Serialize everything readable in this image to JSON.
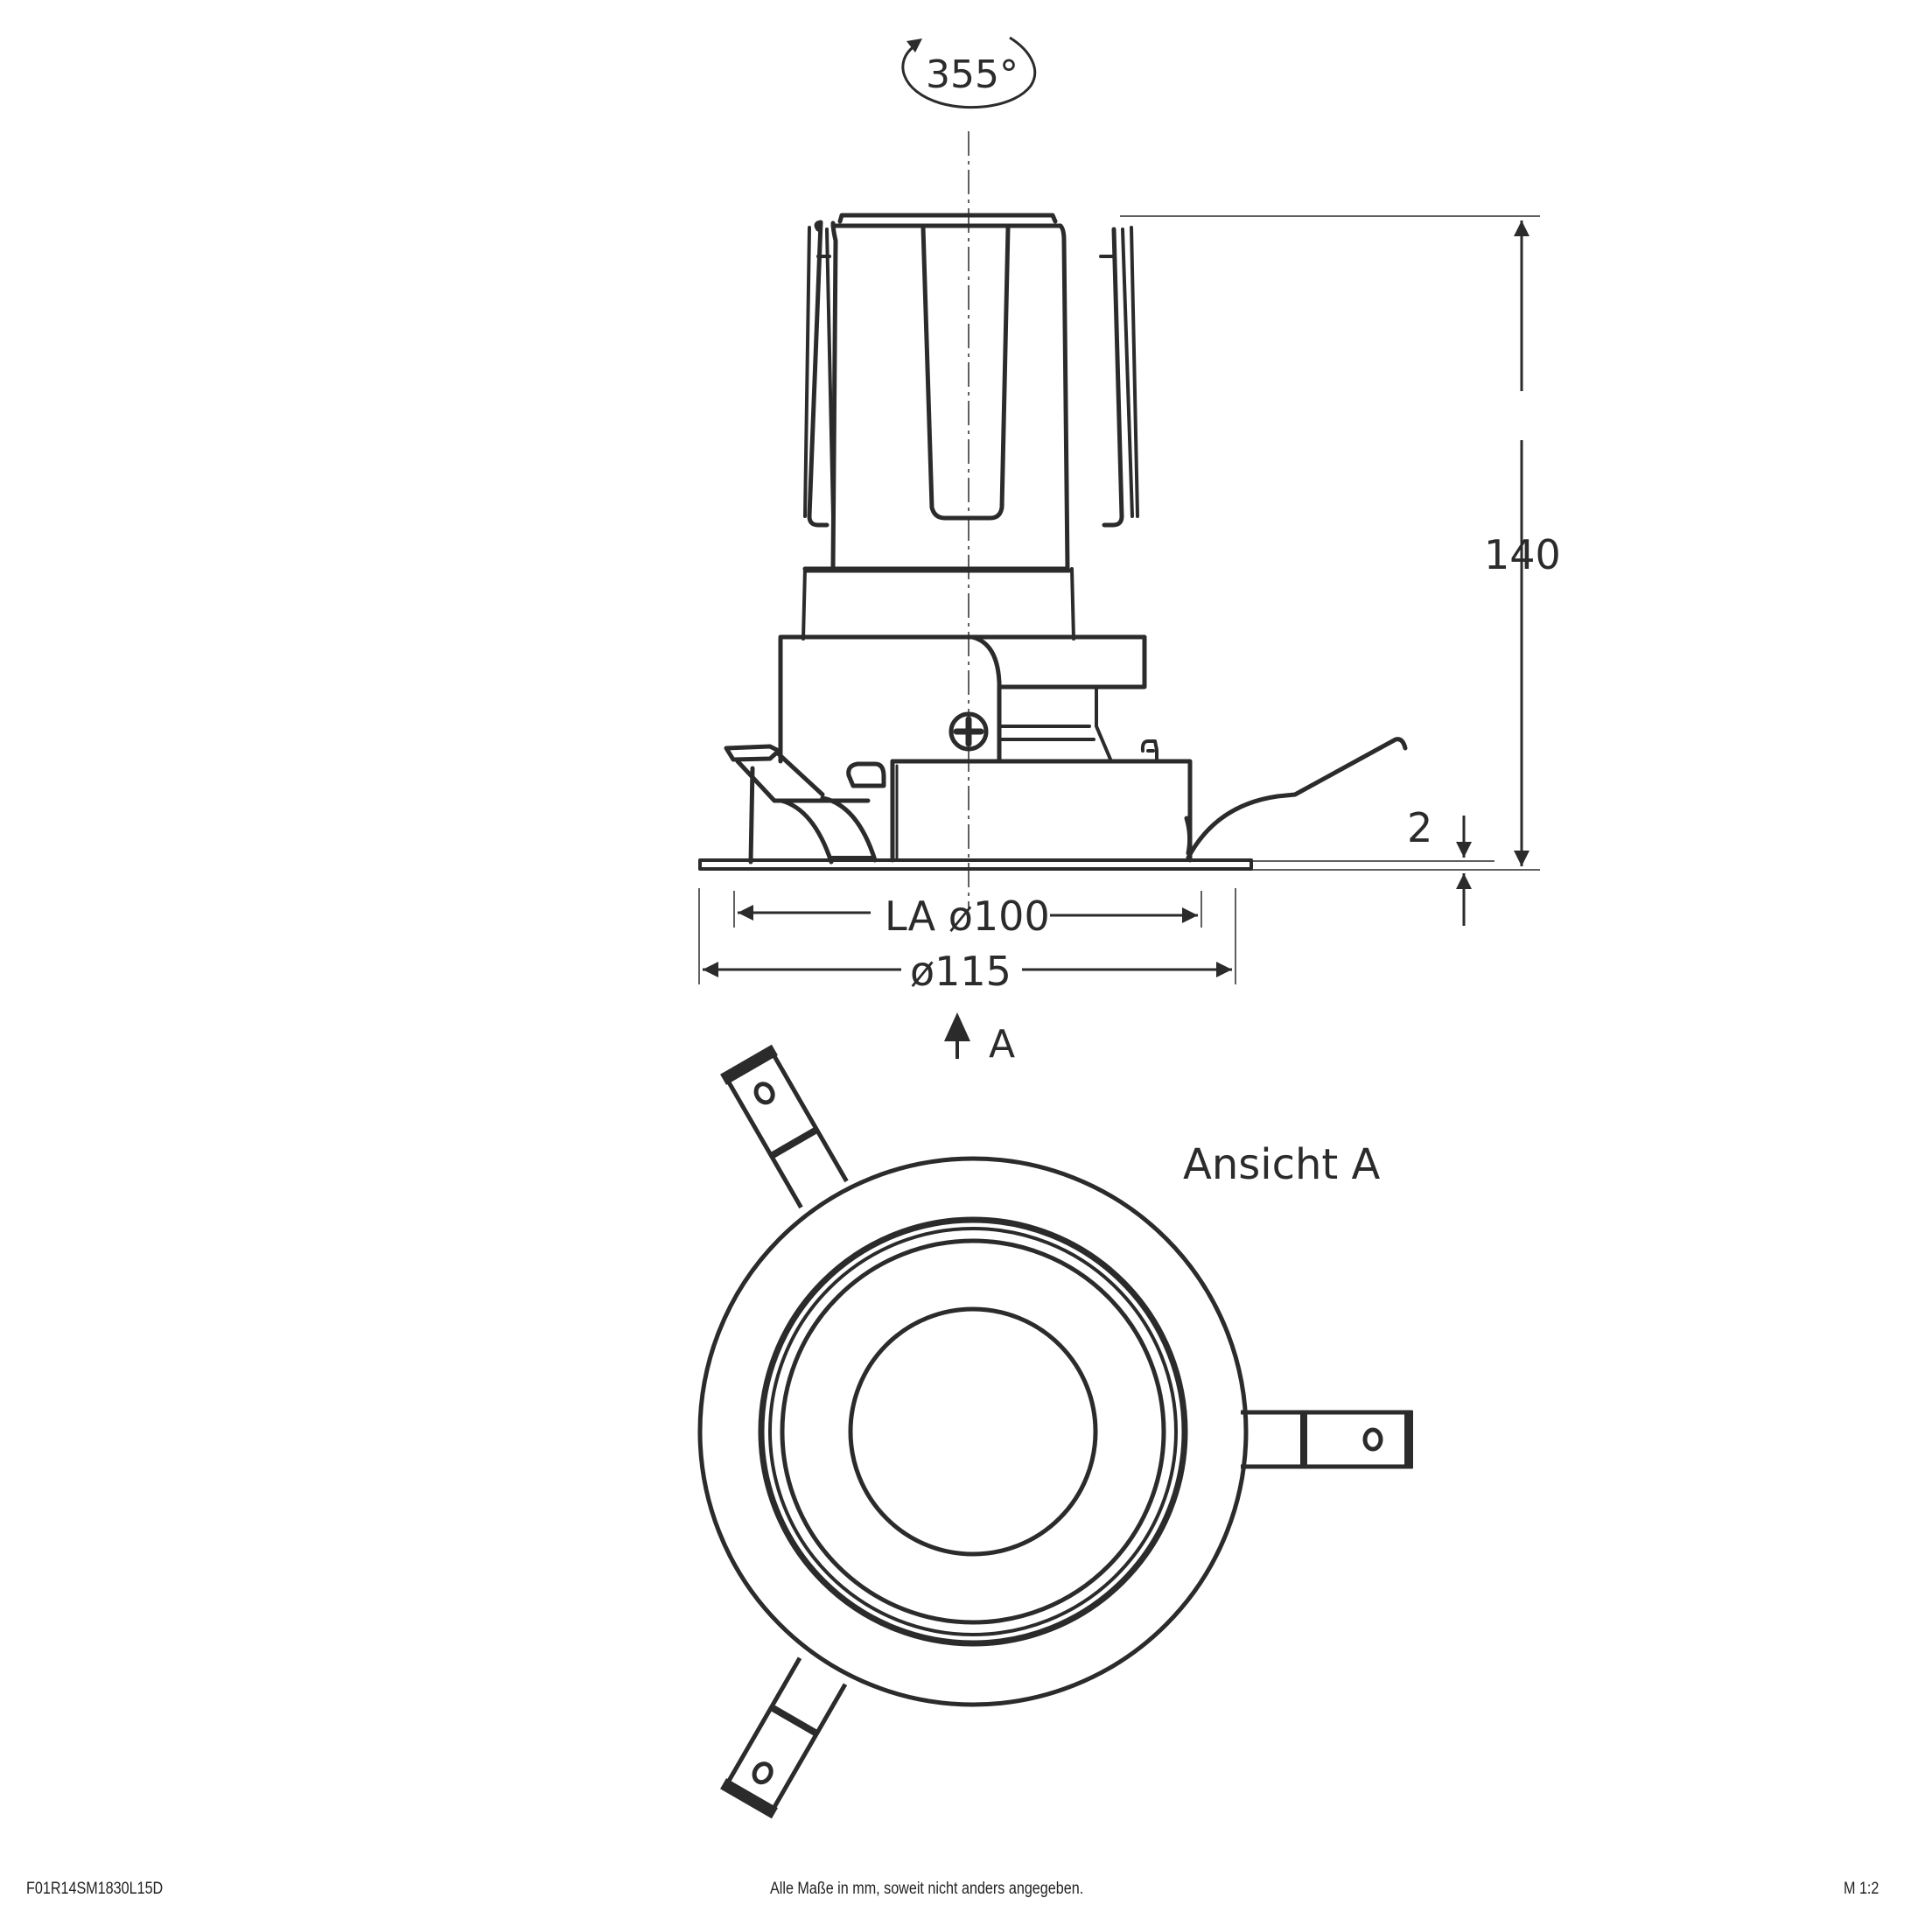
{
  "drawing": {
    "rotation_label": "355°",
    "height_dimension": "140",
    "flange_dimension": "2",
    "cutout_dimension": "LA ø100",
    "outer_diameter": "ø115",
    "view_marker": "A",
    "view_title": "Ansicht A"
  },
  "footer": {
    "article_number": "F01R14SM1830L15D",
    "note": "Alle Maße in mm, soweit nicht anders angegeben.",
    "scale": "M 1:2"
  },
  "colors": {
    "line": "#2b2b2b",
    "background": "#ffffff"
  }
}
